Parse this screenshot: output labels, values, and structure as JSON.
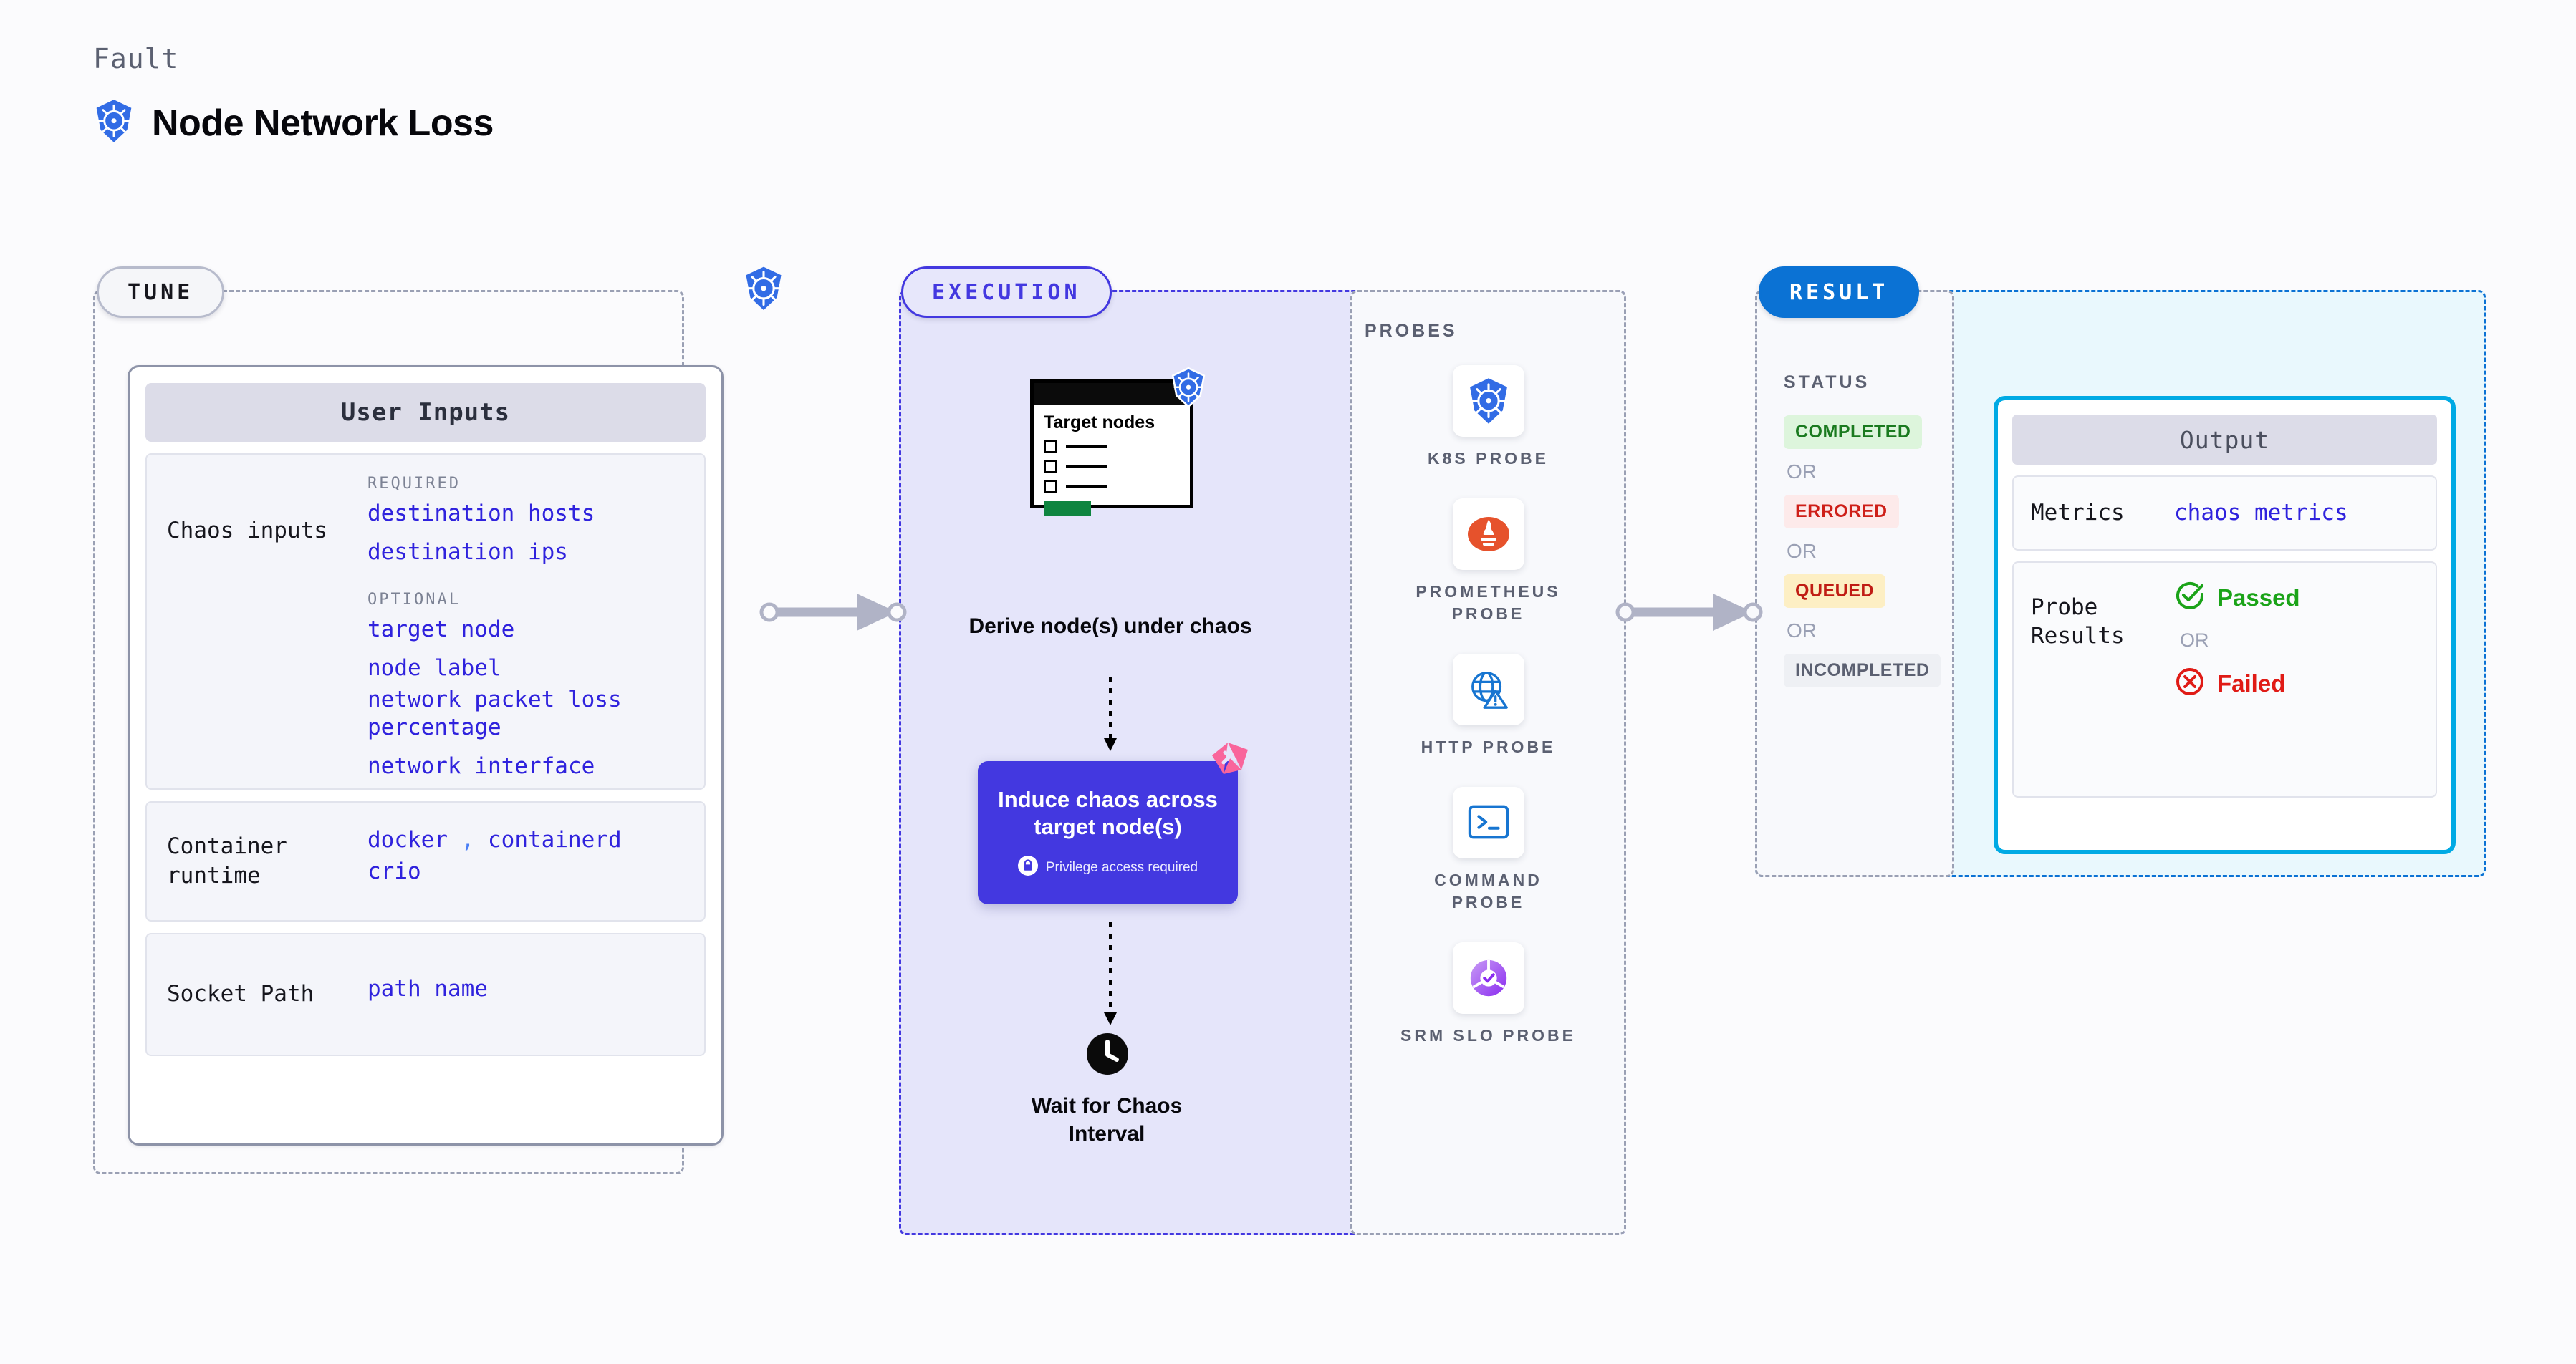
{
  "header": {
    "kicker": "Fault",
    "title": "Node Network Loss",
    "icon": "kubernetes-icon"
  },
  "stages": {
    "tune": {
      "label": "TUNE"
    },
    "execution": {
      "label": "EXECUTION"
    },
    "result": {
      "label": "RESULT"
    }
  },
  "tune": {
    "card_title": "User Inputs",
    "chaos_inputs": {
      "label": "Chaos inputs",
      "required_heading": "REQUIRED",
      "required": [
        "destination hosts",
        "destination ips"
      ],
      "optional_heading": "OPTIONAL",
      "optional": [
        "target node",
        "node label",
        "network packet loss percentage",
        "network interface"
      ]
    },
    "container_runtime": {
      "label": "Container runtime",
      "values": [
        "docker",
        "containerd",
        "crio"
      ],
      "separator": ","
    },
    "socket_path": {
      "label": "Socket Path",
      "values": [
        "path name"
      ]
    }
  },
  "execution": {
    "target_card": {
      "title": "Target nodes",
      "rows": 3
    },
    "derive_label": "Derive node(s) under chaos",
    "chaos_box": {
      "title": "Induce chaos across target node(s)",
      "privilege_note": "Privilege access required",
      "lock_icon": "lock-icon",
      "corner_logo": "litmus-logo"
    },
    "wait": {
      "label": "Wait for Chaos Interval",
      "icon": "clock-icon"
    }
  },
  "probes": {
    "title": "PROBES",
    "items": [
      {
        "name": "K8S PROBE",
        "icon": "kubernetes-icon"
      },
      {
        "name": "PROMETHEUS PROBE",
        "icon": "prometheus-icon"
      },
      {
        "name": "HTTP PROBE",
        "icon": "globe-warning-icon"
      },
      {
        "name": "COMMAND PROBE",
        "icon": "terminal-icon"
      },
      {
        "name": "SRM SLO PROBE",
        "icon": "srm-slo-icon"
      }
    ]
  },
  "result": {
    "status_title": "STATUS",
    "or_label": "OR",
    "statuses": [
      {
        "label": "COMPLETED",
        "color": "#1a7a1f",
        "bg": "#ddf5dc"
      },
      {
        "label": "ERRORED",
        "color": "#ce1f18",
        "bg": "#fdeaea"
      },
      {
        "label": "QUEUED",
        "color": "#c01c14",
        "bg": "#fdefc4"
      },
      {
        "label": "INCOMPLETED",
        "color": "#5b6071",
        "bg": "#eef0f4"
      }
    ],
    "output": {
      "title": "Output",
      "metrics": {
        "label": "Metrics",
        "value": "chaos metrics"
      },
      "probe_results": {
        "label": "Probe Results",
        "passed": {
          "label": "Passed",
          "icon": "check-circle-icon",
          "color": "#1aa318"
        },
        "or_label": "OR",
        "failed": {
          "label": "Failed",
          "icon": "x-circle-icon",
          "color": "#e01b16"
        }
      }
    }
  },
  "colors": {
    "accent_purple": "#4338e0",
    "accent_blue": "#0b72d4",
    "accent_cyan": "#00aae4",
    "value_blue": "#2f22dd",
    "k8s_blue": "#326ce5",
    "litmus_pink": "#f9659b"
  }
}
